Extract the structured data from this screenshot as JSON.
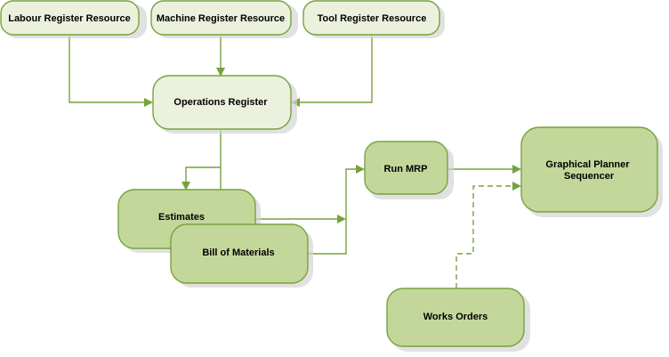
{
  "nodes": {
    "labour_register_resource": "Labour Register Resource",
    "machine_register_resource": "Machine Register Resource",
    "tool_register_resource": "Tool Register Resource",
    "operations_register": "Operations Register",
    "estimates": "Estimates",
    "bill_of_materials": "Bill of Materials",
    "run_mrp": "Run MRP",
    "graphical_planner_sequencer": [
      "Graphical Planner",
      "Sequencer"
    ],
    "works_orders": "Works Orders"
  },
  "colors": {
    "light_fill": "#ebf1dd",
    "dark_fill": "#c4d79b",
    "stroke": "#77a23d"
  }
}
